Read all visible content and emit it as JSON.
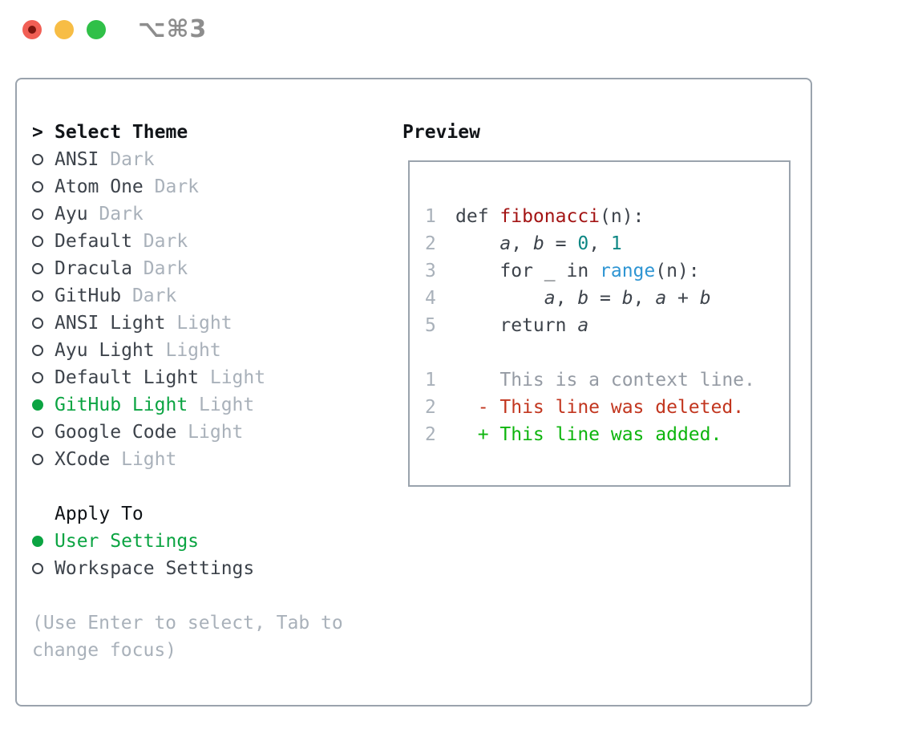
{
  "colors": {
    "accent_green": "#0ba442",
    "text_dark": "#3d434b",
    "text_black": "#111418",
    "muted": "#a9b1ba",
    "border": "#9aa3ad",
    "code_default": "#3d434b",
    "code_function": "#a31414",
    "code_number": "#0e8784",
    "code_builtin": "#2e95d3",
    "line_number": "#a9b1ba",
    "diff_context": "#959ba4",
    "diff_deleted": "#c2361f",
    "diff_added": "#0eb50e",
    "traffic_red": "#f15f55",
    "traffic_red_dot": "#7c150e",
    "traffic_yellow": "#f7bd45",
    "traffic_green": "#30c048",
    "titlebar_text": "#8d8d8d"
  },
  "titlebar": {
    "shortcut": "⌥⌘3"
  },
  "menu": {
    "title_prefix": ">",
    "title": "Select Theme",
    "items": [
      {
        "name": "ANSI",
        "variant": "Dark",
        "selected": false
      },
      {
        "name": "Atom One",
        "variant": "Dark",
        "selected": false
      },
      {
        "name": "Ayu",
        "variant": "Dark",
        "selected": false
      },
      {
        "name": "Default",
        "variant": "Dark",
        "selected": false
      },
      {
        "name": "Dracula",
        "variant": "Dark",
        "selected": false
      },
      {
        "name": "GitHub",
        "variant": "Dark",
        "selected": false
      },
      {
        "name": "ANSI Light",
        "variant": "Light",
        "selected": false
      },
      {
        "name": "Ayu Light",
        "variant": "Light",
        "selected": false
      },
      {
        "name": "Default Light",
        "variant": "Light",
        "selected": false
      },
      {
        "name": "GitHub Light",
        "variant": "Light",
        "selected": true
      },
      {
        "name": "Google Code",
        "variant": "Light",
        "selected": false
      },
      {
        "name": "XCode",
        "variant": "Light",
        "selected": false
      }
    ],
    "apply_to": {
      "title": "Apply To",
      "options": [
        {
          "label": "User Settings",
          "selected": true
        },
        {
          "label": "Workspace Settings",
          "selected": false
        }
      ]
    },
    "hint_line1": "(Use Enter to select, Tab to",
    "hint_line2": "change focus)"
  },
  "preview": {
    "title": "Preview",
    "lines": [
      {
        "num": "1",
        "segments": [
          {
            "t": "def "
          },
          {
            "t": "fibonacci",
            "c": "code_function"
          },
          {
            "t": "(n):"
          }
        ]
      },
      {
        "num": "2",
        "segments": [
          {
            "t": "    "
          },
          {
            "t": "a",
            "i": true
          },
          {
            "t": ", "
          },
          {
            "t": "b",
            "i": true
          },
          {
            "t": " = "
          },
          {
            "t": "0",
            "c": "code_number"
          },
          {
            "t": ", "
          },
          {
            "t": "1",
            "c": "code_number"
          }
        ]
      },
      {
        "num": "3",
        "segments": [
          {
            "t": "    for _ in "
          },
          {
            "t": "range",
            "c": "code_builtin"
          },
          {
            "t": "(n):"
          }
        ]
      },
      {
        "num": "4",
        "segments": [
          {
            "t": "        "
          },
          {
            "t": "a",
            "i": true
          },
          {
            "t": ", "
          },
          {
            "t": "b",
            "i": true
          },
          {
            "t": " = "
          },
          {
            "t": "b",
            "i": true
          },
          {
            "t": ", "
          },
          {
            "t": "a",
            "i": true
          },
          {
            "t": " + "
          },
          {
            "t": "b",
            "i": true
          }
        ]
      },
      {
        "num": "5",
        "segments": [
          {
            "t": "    return "
          },
          {
            "t": "a",
            "i": true
          }
        ]
      },
      {
        "num": "",
        "segments": []
      },
      {
        "num": "1",
        "segments": [
          {
            "t": "    This is a context line.",
            "c": "diff_context"
          }
        ]
      },
      {
        "num": "2",
        "segments": [
          {
            "t": "  - This line was deleted.",
            "c": "diff_deleted"
          }
        ]
      },
      {
        "num": "2",
        "segments": [
          {
            "t": "  + This line was added.",
            "c": "diff_added"
          }
        ]
      }
    ]
  }
}
